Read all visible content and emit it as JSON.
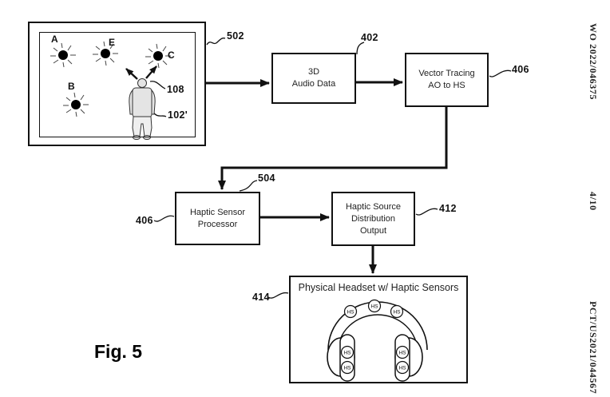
{
  "figure": {
    "label": "Fig. 5"
  },
  "margins": {
    "publication": "WO 2022/046375",
    "sheet": "4/10",
    "application": "PCT/US2021/044567"
  },
  "scene": {
    "ref": "502",
    "audio_objects": {
      "a": "A",
      "e": "E",
      "c": "C",
      "b": "B"
    },
    "vectors_ref": "108",
    "listener_ref": "102'"
  },
  "boxes": {
    "audio_data": {
      "ref": "402",
      "line1": "3D",
      "line2": "Audio Data"
    },
    "vector_tracing": {
      "ref": "406",
      "line1": "Vector Tracing",
      "line2": "AO to HS"
    },
    "haptic_processor": {
      "ref": "504",
      "input_ref": "406",
      "line1": "Haptic Sensor",
      "line2": "Processor"
    },
    "haptic_distribution": {
      "ref": "412",
      "line1": "Haptic Source",
      "line2": "Distribution",
      "line3": "Output"
    },
    "physical_headset": {
      "ref": "414",
      "title": "Physical Headset w/ Haptic Sensors",
      "sensor_label": "HS"
    }
  },
  "colors": {
    "line": "#111111",
    "person_fill": "#e4e4e4",
    "background": "#ffffff"
  }
}
